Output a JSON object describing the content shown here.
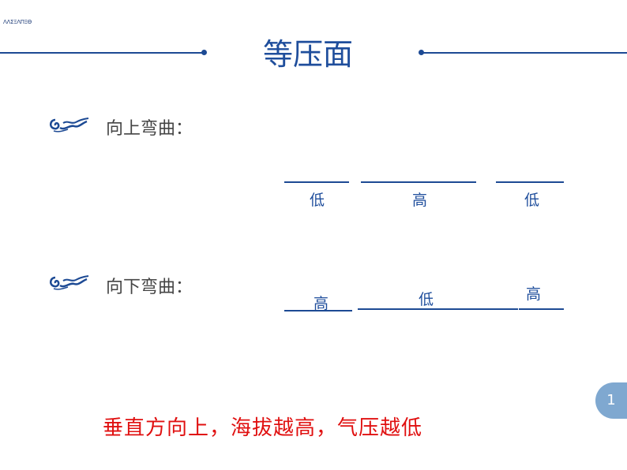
{
  "logo": {
    "text": "ΛΛΣΞΛΠΞΘ"
  },
  "title": "等压面",
  "items": [
    {
      "label": "向上弯曲：",
      "positions": [
        "低",
        "高",
        "低"
      ]
    },
    {
      "label": "向下弯曲：",
      "positions": [
        "高",
        "低",
        "高"
      ]
    }
  ],
  "conclusion": "垂直方向上，海拔越高，气压越低",
  "page_number": "1",
  "colors": {
    "accent": "#1d4a94",
    "title": "#1f4e9c",
    "conclusion": "#e01010",
    "badge": "#7fa8d0"
  },
  "icons": {
    "bullet": "cloud-swirl-icon"
  }
}
